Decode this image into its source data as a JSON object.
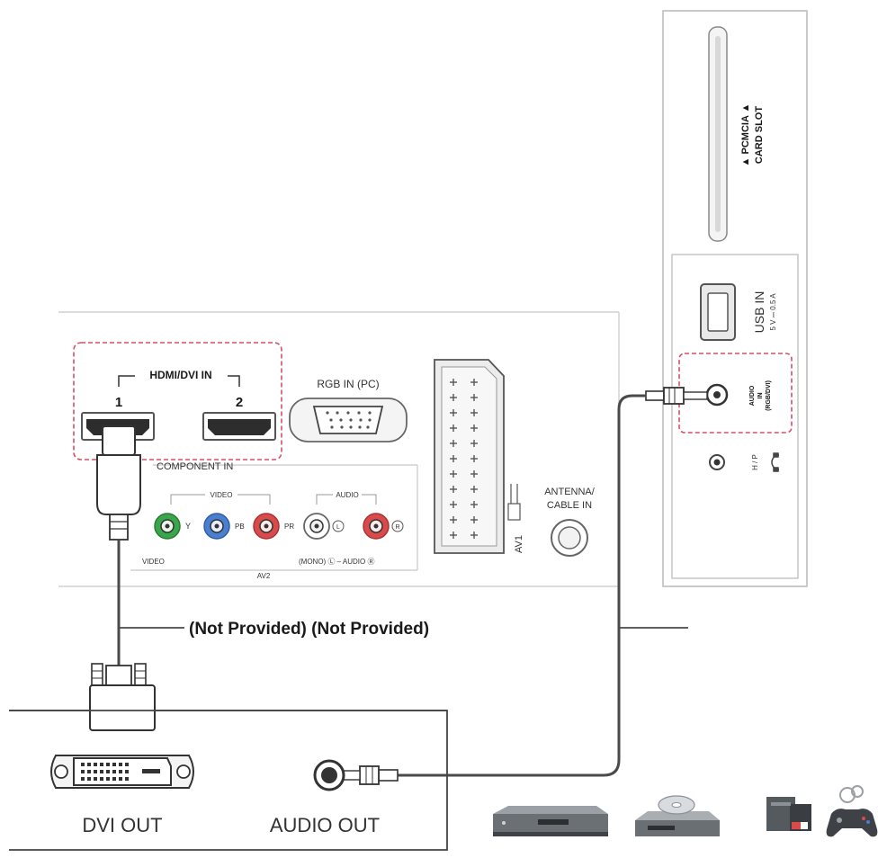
{
  "tv_panel": {
    "hdmi_title": "HDMI/DVI IN",
    "hdmi_port_1": "1",
    "hdmi_port_2": "2",
    "rgb_in": "RGB IN (PC)",
    "component_in": "COMPONENT IN",
    "video_group": "VIDEO",
    "audio_group": "AUDIO",
    "y": "Y",
    "pb": "PB",
    "pr": "PR",
    "l": "L",
    "r": "R",
    "video_label": "VIDEO",
    "mono_audio": "(MONO) Ⓛ – AUDIO Ⓡ",
    "av2": "AV2",
    "av1": "AV1",
    "antenna_line1": "ANTENNA/",
    "antenna_line2": "CABLE IN"
  },
  "side_panel": {
    "pcmcia_line1": "▲ PCMCIA ▲",
    "pcmcia_line2": "CARD SLOT",
    "usb_in": "USB IN",
    "usb_rating": "5 V ⎓ 0.5 A",
    "audio_in_1": "AUDIO",
    "audio_in_2": "IN",
    "audio_in_3": "(RGB/DVI)",
    "hp": "H / P"
  },
  "not_provided": "(Not Provided) (Not Provided)",
  "device": {
    "dvi_out": "DVI OUT",
    "audio_out": "AUDIO OUT"
  },
  "icons": [
    "dvd-recorder-icon",
    "dvd-player-icon",
    "pc-icon",
    "game-console-icon"
  ],
  "colors": {
    "highlight_dash": "#d4506a",
    "cable": "#4a4a4a",
    "port_green": "#3aa64a",
    "port_blue": "#4a7fd0",
    "port_red": "#d94a4a"
  }
}
